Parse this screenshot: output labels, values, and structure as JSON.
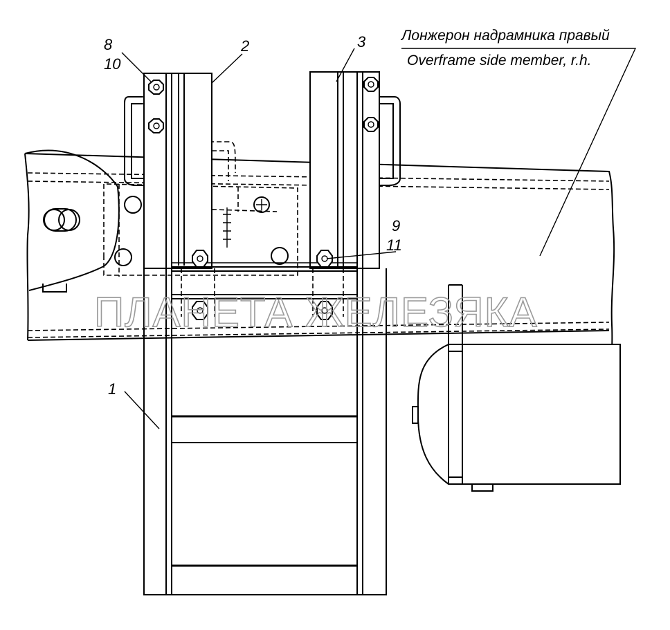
{
  "drawing": {
    "caption_ru": "Лонжерон надрамника правый",
    "caption_en": "Overframe side member, r.h.",
    "watermark": "ПЛАНЕТА ЖЕЛЕЗЯКА",
    "callouts": {
      "c1": "1",
      "c2": "2",
      "c3": "3",
      "c8": "8",
      "c10": "10",
      "c9": "9",
      "c11": "11"
    },
    "line_color": "#000000",
    "watermark_color": "#9a9a9a"
  }
}
